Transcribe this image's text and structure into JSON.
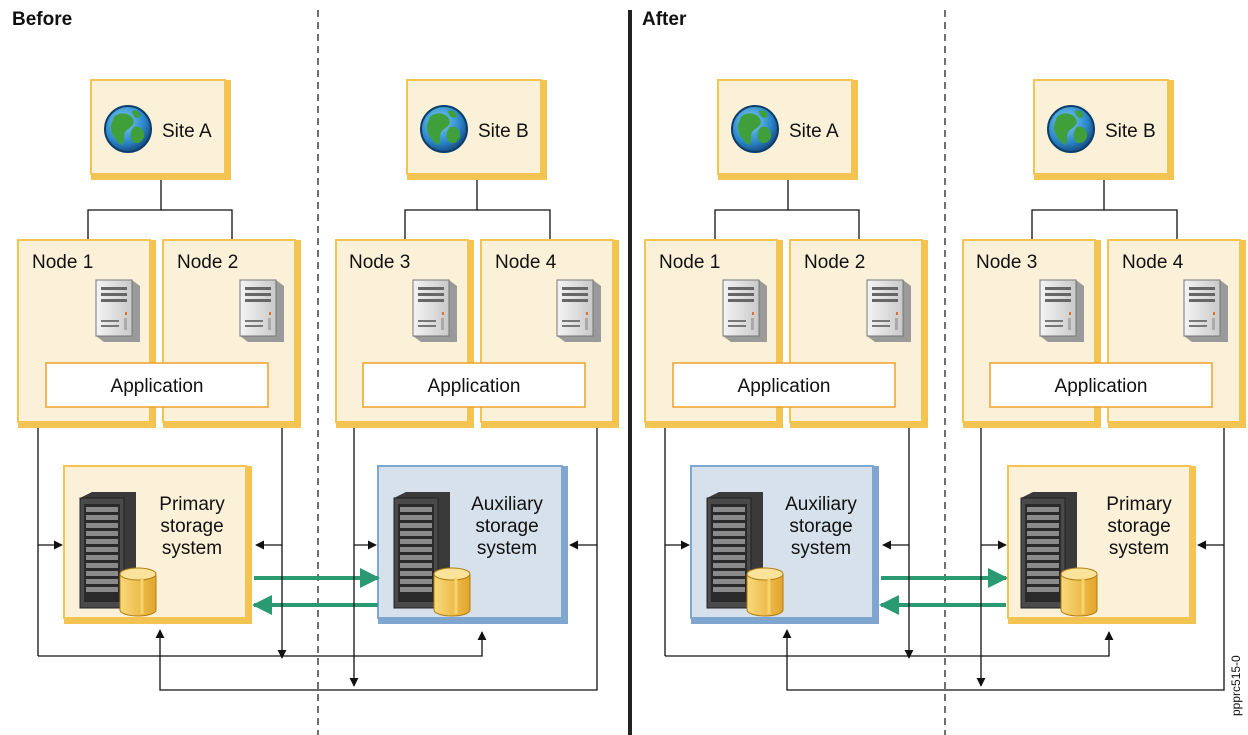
{
  "panels": [
    {
      "title": "Before",
      "site_a": "Site A",
      "site_b": "Site B",
      "nodes": [
        "Node 1",
        "Node 2",
        "Node 3",
        "Node 4"
      ],
      "app_left": "Application",
      "app_right": "Application",
      "storage_left": {
        "line1": "Primary",
        "line2": "storage",
        "line3": "system",
        "role": "primary"
      },
      "storage_right": {
        "line1": "Auxiliary",
        "line2": "storage",
        "line3": "system",
        "role": "auxiliary"
      }
    },
    {
      "title": "After",
      "site_a": "Site A",
      "site_b": "Site B",
      "nodes": [
        "Node 1",
        "Node 2",
        "Node 3",
        "Node 4"
      ],
      "app_left": "Application",
      "app_right": "Application",
      "storage_left": {
        "line1": "Auxiliary",
        "line2": "storage",
        "line3": "system",
        "role": "auxiliary"
      },
      "storage_right": {
        "line1": "Primary",
        "line2": "storage",
        "line3": "system",
        "role": "primary"
      }
    }
  ],
  "figure_id": "ppprc515-0",
  "colors": {
    "box_fill": "#fbf1d8",
    "box_border": "#f3c452",
    "aux_fill": "#d6e1ec",
    "aux_border": "#7ea6cf",
    "replication_arrow": "#2a9a72",
    "app_border": "#f0a02c"
  }
}
